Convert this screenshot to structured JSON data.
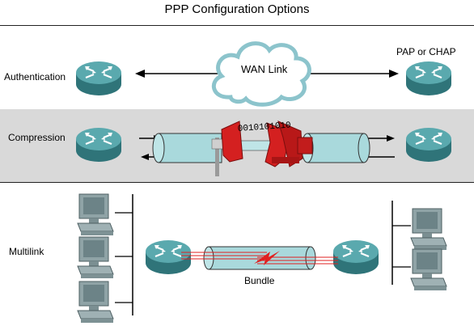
{
  "title": "PPP Configuration Options",
  "authentication": {
    "label": "Authentication",
    "protocol_label": "PAP or CHAP",
    "cloud_label": "WAN Link"
  },
  "compression": {
    "label": "Compression",
    "bits": "0010101010"
  },
  "multilink": {
    "label": "Multilink",
    "bundle_label": "Bundle"
  },
  "colors": {
    "router_body": "#3f8f95",
    "pipe_fill": "#a9d9dc",
    "clamp_red": "#d42020",
    "link_red": "#e02020",
    "band_gray": "#d9d9d9"
  }
}
